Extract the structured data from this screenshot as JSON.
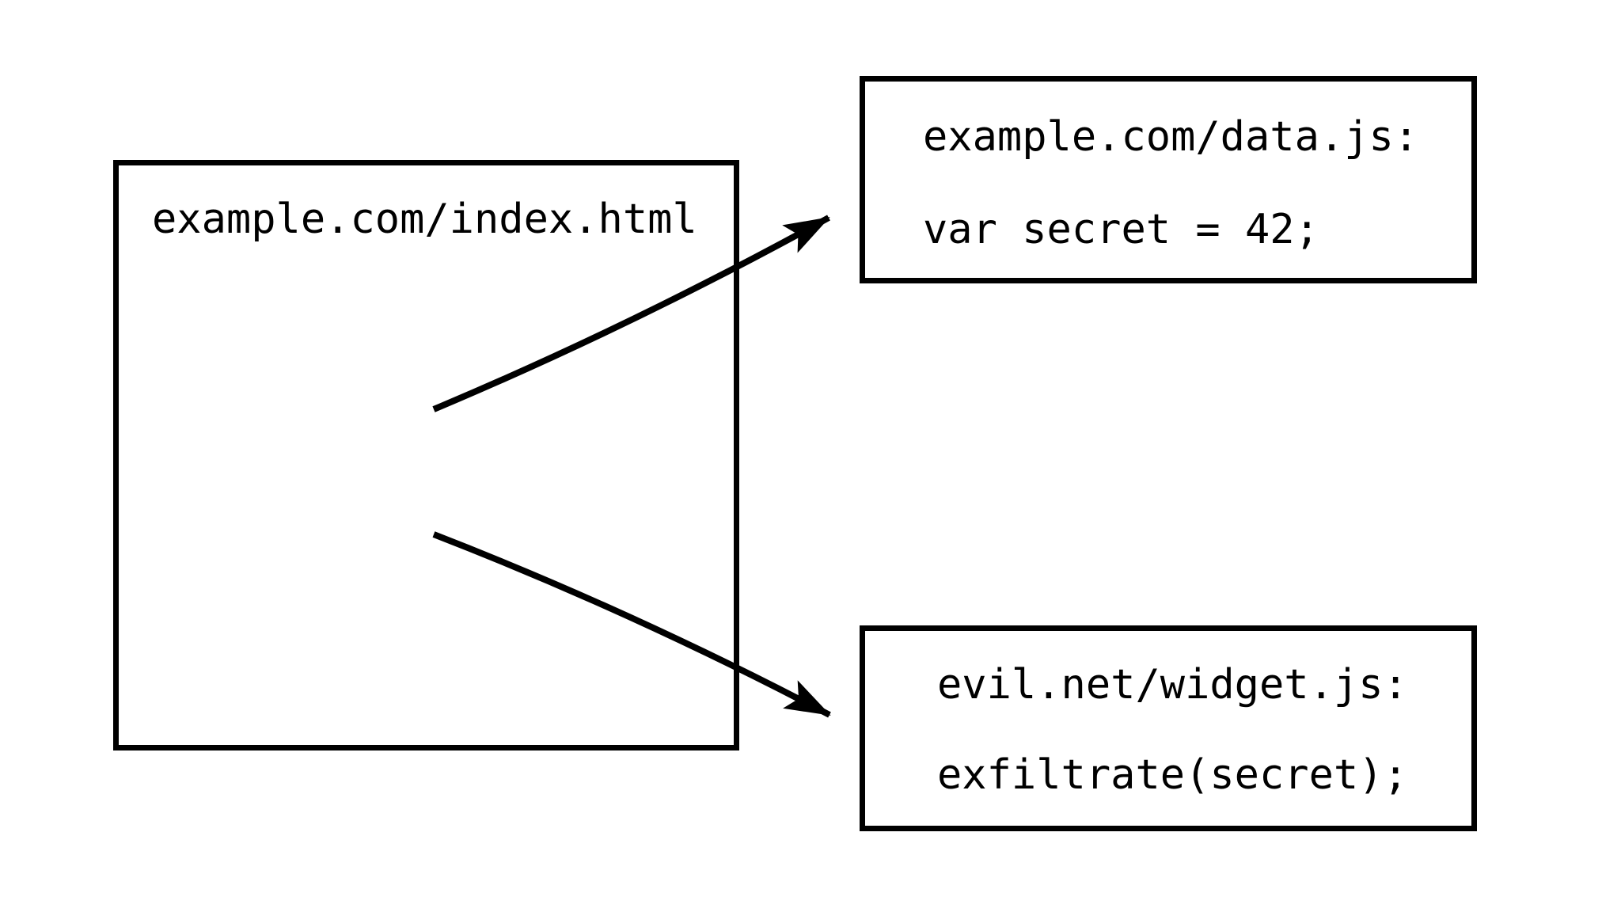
{
  "diagram": {
    "main_page": {
      "label": "example.com/index.html"
    },
    "data_script": {
      "title": "example.com/data.js:",
      "code": "var secret = 42;"
    },
    "evil_script": {
      "title": "evil.net/widget.js:",
      "code": "exfiltrate(secret);"
    }
  },
  "icons": {
    "arrow_to_data": "arrow-right-up",
    "arrow_to_evil": "arrow-right-down"
  },
  "colors": {
    "background": "#ffffff",
    "line": "#000000",
    "text": "#000000"
  }
}
